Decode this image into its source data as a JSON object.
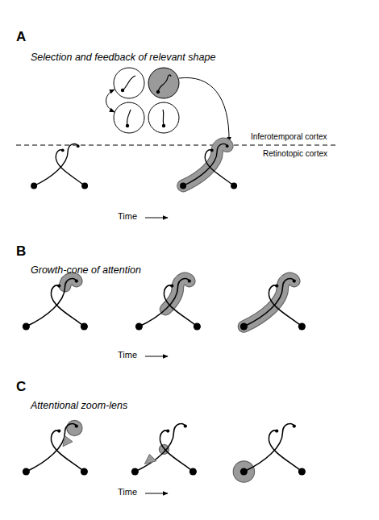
{
  "diagram": {
    "labels": [
      "A",
      "Selection and feedback of relevant shape",
      "Inferotemporal cortex",
      "Retinotopic cortex",
      "Time",
      "B",
      "Growth-cone of attention",
      "Time",
      "C",
      "Attentional zoom-lens",
      "Time"
    ]
  }
}
